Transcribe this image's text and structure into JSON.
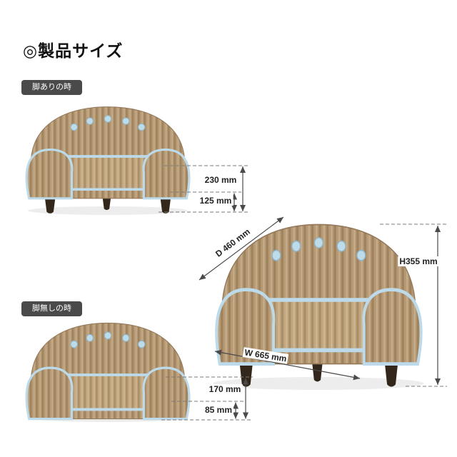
{
  "page": {
    "title": "◎製品サイズ"
  },
  "with_legs": {
    "badge": "脚ありの時",
    "total_height": "230 mm",
    "seat_height": "125 mm"
  },
  "without_legs": {
    "badge": "脚無しの時",
    "total_height": "170 mm",
    "seat_height": "85 mm"
  },
  "overall": {
    "depth": "D 460 mm",
    "height": "H355 mm",
    "width": "W 665 mm"
  },
  "colors": {
    "badge_bg": "#4a4a4a",
    "text": "#222222",
    "line": "#4a4a4a",
    "ext": "#7a7a7a",
    "fabric": "#b69a76",
    "fabric_dark": "#a0835d",
    "fabric_light": "#c7af8d",
    "cushion": "#c0a781",
    "cushion_dark": "#ab8d66",
    "cushion_light": "#d0b993",
    "piping": "#bcdae9",
    "button": "#bedbe9",
    "button_edge": "#8fb4c8",
    "leg": "#33261a",
    "outline": "#93785a"
  }
}
